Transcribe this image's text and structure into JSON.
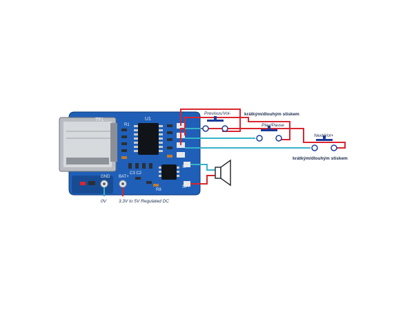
{
  "labels": {
    "previous_button": "Previous/Vol-",
    "play_button": "Play/Pause",
    "next_button": "Next/Vol+",
    "note_top": "krátkým/dlouhým stiskem",
    "note_bottom": "krátkým/dlouhým stiskem",
    "ground": "0V",
    "supply": "3.3V to 5V Regulated DC"
  },
  "board": {
    "silk_tf": "TF1",
    "silk_u1": "U1",
    "silk_gnd": "GND",
    "silk_bat": "BAT+",
    "silk_sp_minus": "SP-",
    "silk_sp_plus": "SP+",
    "silk_r8": "R8",
    "silk_r1": "R1",
    "silk_c": "C3 C2"
  },
  "colors": {
    "board": "#1f5fb8",
    "board_dark": "#174c95",
    "wire_red": "#d9252e",
    "wire_cyan": "#35b3c9",
    "button": "#1a3d9a",
    "text_dark": "#1b2a4a"
  }
}
